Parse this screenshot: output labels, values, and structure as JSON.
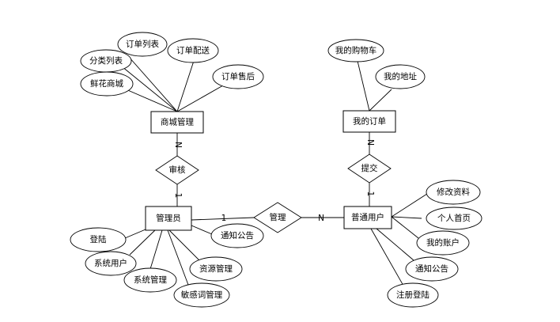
{
  "entities": {
    "mall": "商城管理",
    "order": "我的订单",
    "admin": "管理员",
    "user": "普通用户"
  },
  "relationships": {
    "review": "审核",
    "submit": "提交",
    "manage": "管理"
  },
  "cardinality": {
    "mall_review": "N",
    "review_admin": "1",
    "order_submit": "N",
    "submit_user": "1",
    "admin_manage": "1",
    "manage_user": "N"
  },
  "attributes": {
    "order_list": "订单列表",
    "category_list": "分类列表",
    "order_delivery": "订单配送",
    "flower_mall": "鲜花商城",
    "after_sales": "订单售后",
    "my_cart": "我的购物车",
    "my_address": "我的地址",
    "edit_profile": "修改资料",
    "personal_home": "个人首页",
    "my_account": "我的账户",
    "user_notice": "通知公告",
    "register_login": "注册登陆",
    "admin_login": "登陆",
    "admin_notice": "通知公告",
    "system_user": "系统用户",
    "resource_mgmt": "资源管理",
    "system_mgmt": "系统管理",
    "sensitive_words": "敏感词管理"
  }
}
